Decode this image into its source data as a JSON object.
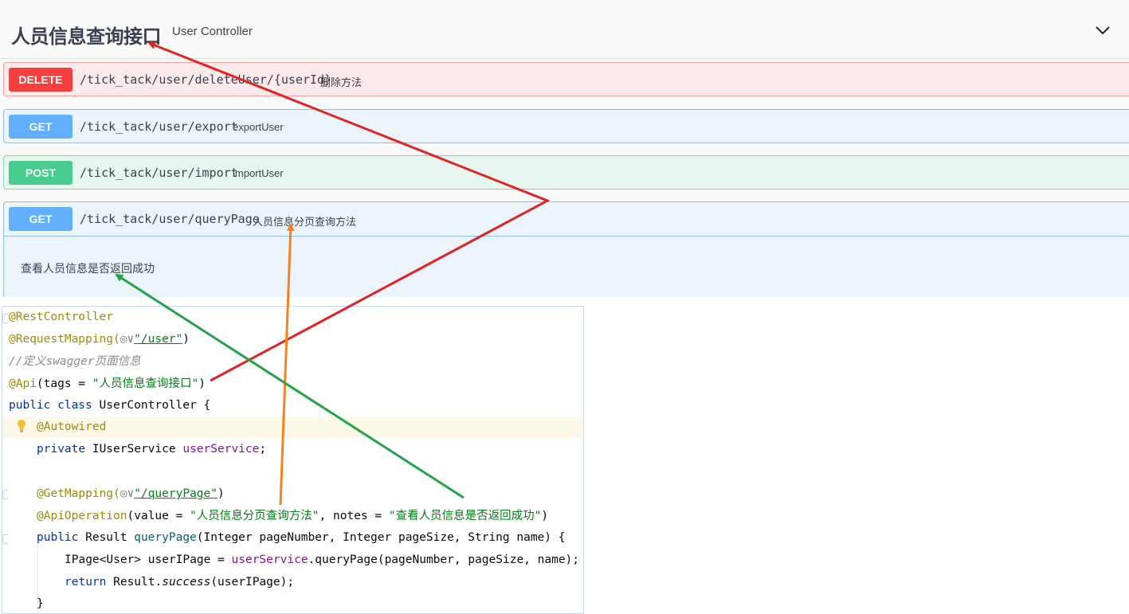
{
  "swagger": {
    "tag_title": "人员信息查询接口",
    "tag_description": "User Controller",
    "operations": [
      {
        "method": "DELETE",
        "path": "/tick_tack/user/deleteUser/{userId}",
        "summary": "删除方法"
      },
      {
        "method": "GET",
        "path": "/tick_tack/user/export",
        "summary": "exportUser"
      },
      {
        "method": "POST",
        "path": "/tick_tack/user/import",
        "summary": "importUser"
      },
      {
        "method": "GET",
        "path": "/tick_tack/user/queryPage",
        "summary": "人员信息分页查询方法",
        "notes": "查看人员信息是否返回成功"
      }
    ]
  },
  "code": {
    "l1": "@RestController",
    "l2_ann": "@RequestMapping(",
    "l2_path": "\"/user\"",
    "l3": "//定义swagger页面信息",
    "l4_ann": "@Api",
    "l4_rest": "(tags = ",
    "l4_str": "\"人员信息查询接口\"",
    "l5_kw": "public class ",
    "l5_rest": "UserController {",
    "l6": "@Autowired",
    "l7_kw": "private ",
    "l7_type": "IUserService ",
    "l7_field": "userService",
    "l9_ann": "@GetMapping(",
    "l9_path": "\"/queryPage\"",
    "l10_ann": "@ApiOperation",
    "l10_a": "(value = ",
    "l10_s1": "\"人员信息分页查询方法\"",
    "l10_b": ", notes = ",
    "l10_s2": "\"查看人员信息是否返回成功\"",
    "l11_kw": "public ",
    "l11_type": "Result ",
    "l11_name": "queryPage",
    "l11_params": "(Integer pageNumber, Integer pageSize, String name) {",
    "l12_a": "IPage<User> userIPage = ",
    "l12_field": "userService",
    "l12_b": ".queryPage(pageNumber, pageSize, name);",
    "l13_kw": "return ",
    "l13_a": "Result.",
    "l13_it": "success",
    "l13_b": "(userIPage);",
    "l14": "}"
  },
  "colors": {
    "delete": "#f93e3e",
    "get": "#61affe",
    "post": "#49cc90",
    "arrow_red": "#e02424",
    "arrow_orange": "#f5821f",
    "arrow_green": "#22a346"
  }
}
